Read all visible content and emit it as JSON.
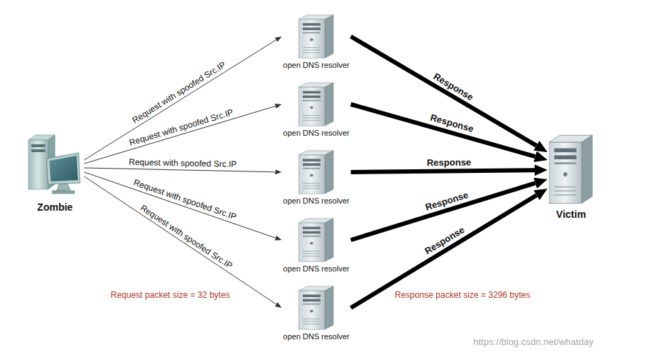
{
  "diagram": {
    "nodes": [
      {
        "text": [
          "Zombie"
        ]
      },
      {
        "text": [
          "open DNS resolver"
        ]
      },
      {
        "text": [
          "open DNS resolver"
        ]
      },
      {
        "text": [
          "open DNS resolver"
        ]
      },
      {
        "text": [
          "open DNS resolver"
        ]
      },
      {
        "text": [
          "open DNS resolver"
        ]
      },
      {
        "text": [
          "Victim"
        ]
      }
    ],
    "edges": [
      {
        "from": 0,
        "to": 1,
        "label": "Request with spoofed Src.IP",
        "arrow": "to"
      },
      {
        "from": 0,
        "to": 2,
        "label": "Request with spoofed Src.IP",
        "arrow": "to"
      },
      {
        "from": 0,
        "to": 3,
        "label": "Request with spoofed Src.IP",
        "arrow": "to"
      },
      {
        "from": 0,
        "to": 4,
        "label": "Request with spoofed Src.IP",
        "arrow": "to"
      },
      {
        "from": 0,
        "to": 5,
        "label": "Request with spoofed Src.IP",
        "arrow": "to"
      },
      {
        "from": 1,
        "to": 6,
        "label": "Response",
        "arrow": "to"
      },
      {
        "from": 2,
        "to": 6,
        "label": "Response",
        "arrow": "to"
      },
      {
        "from": 3,
        "to": 6,
        "label": "Response",
        "arrow": "to"
      },
      {
        "from": 4,
        "to": 6,
        "label": "Response",
        "arrow": "to"
      },
      {
        "from": 5,
        "to": 6,
        "label": "Response",
        "arrow": "to"
      }
    ],
    "labels": [
      "Request packet size = 32 bytes",
      "Response packet size = 3296 bytes",
      "https://blog.csdn.net/whatday"
    ]
  }
}
